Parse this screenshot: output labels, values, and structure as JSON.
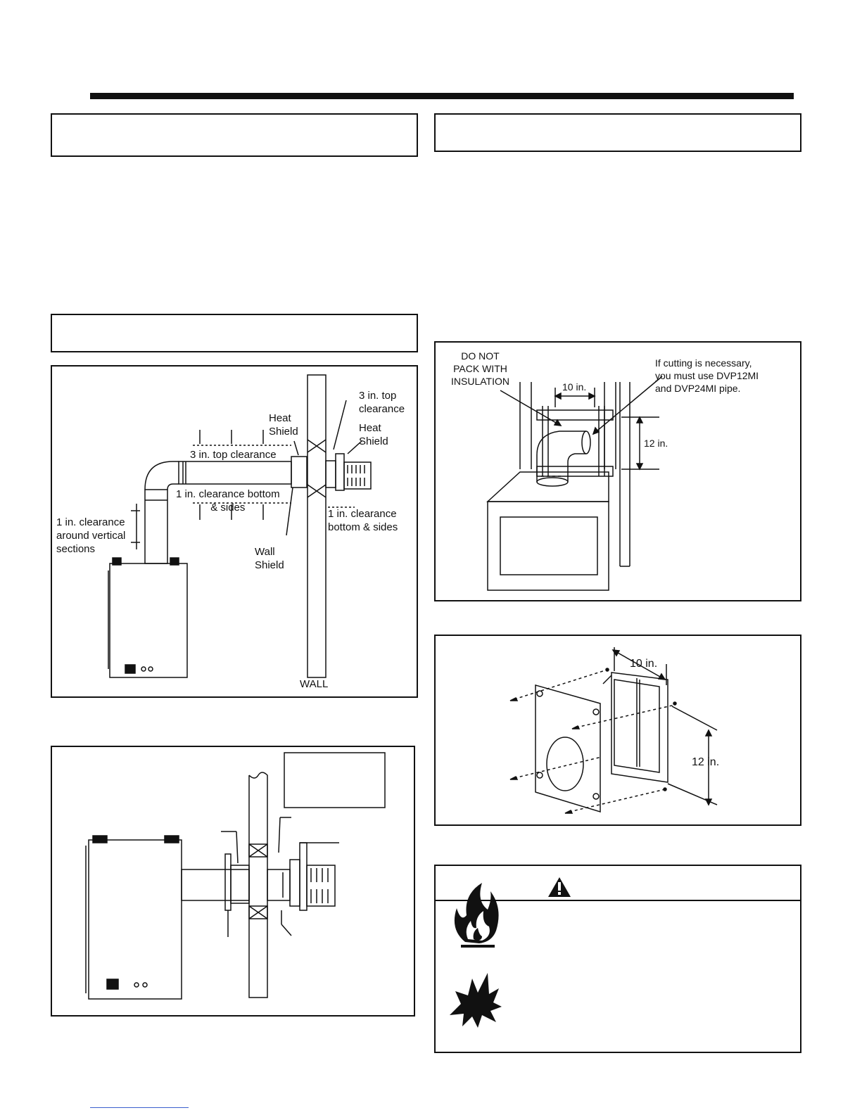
{
  "fig1": {
    "heat_shield_1": "Heat\nShield",
    "top_clear_right": "3 in. top\nclearance",
    "heat_shield_2": "Heat\nShield",
    "top_clear_pipe": "3 in. top clearance",
    "bottom_clear_pipe": "1 in. clearance bottom\n& sides",
    "vertical_clear": "1 in. clearance\naround vertical\nsections",
    "bottom_clear_right": "1 in. clearance\nbottom & sides",
    "wall_shield": "Wall\nShield",
    "wall": "WALL"
  },
  "fig3": {
    "do_not_pack": "DO NOT\nPACK WITH\nINSULATION",
    "cutting_note": "If cutting is necessary,\nyou must use DVP12MI\nand DVP24MI pipe.",
    "width": "10 in.",
    "height": "12 in."
  },
  "fig4": {
    "width": "10 in.",
    "height": "12 in."
  },
  "warning": {
    "icons": [
      "warning-triangle-icon",
      "fire-icon",
      "explosion-icon"
    ]
  }
}
